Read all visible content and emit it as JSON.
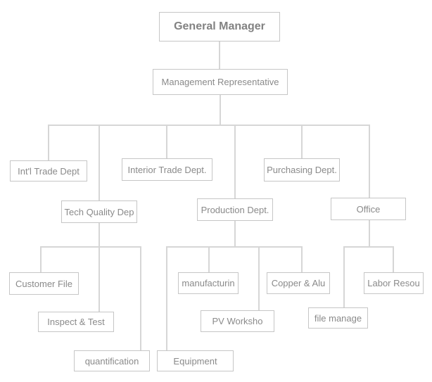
{
  "diagram": {
    "type": "org-chart",
    "colors": {
      "background": "#ffffff",
      "node_border": "#c6c6c6",
      "connector_line": "#d6d6d6",
      "node_text": "#8a8a8a",
      "root_text": "#828282"
    },
    "nodes": {
      "general_manager": {
        "label": "General Manager"
      },
      "management_representative": {
        "label": "Management Representative"
      },
      "intl_trade": {
        "label": "Int'l Trade Dept"
      },
      "interior_trade": {
        "label": "Interior Trade Dept."
      },
      "purchasing": {
        "label": "Purchasing Dept."
      },
      "tech_quality": {
        "label": "Tech Quality Dep"
      },
      "production": {
        "label": "Production Dept."
      },
      "office": {
        "label": "Office"
      },
      "customer_file": {
        "label": "Customer File"
      },
      "inspect_test": {
        "label": "Inspect & Test"
      },
      "quantification": {
        "label": "quantification"
      },
      "manufacturing": {
        "label": "manufacturin"
      },
      "pv_workshop": {
        "label": "PV Worksho"
      },
      "equipment": {
        "label": "Equipment"
      },
      "copper_alu": {
        "label": "Copper & Alu"
      },
      "file_manage": {
        "label": "file manage"
      },
      "labor_resource": {
        "label": "Labor Resou"
      }
    },
    "hierarchy": {
      "root": "General Manager",
      "edges": [
        [
          "General Manager",
          "Management Representative"
        ],
        [
          "Management Representative",
          "Int'l Trade Dept"
        ],
        [
          "Management Representative",
          "Tech Quality Dep"
        ],
        [
          "Management Representative",
          "Interior Trade Dept."
        ],
        [
          "Management Representative",
          "Production Dept."
        ],
        [
          "Management Representative",
          "Purchasing Dept."
        ],
        [
          "Management Representative",
          "Office"
        ],
        [
          "Tech Quality Dep",
          "Customer File"
        ],
        [
          "Tech Quality Dep",
          "Inspect & Test"
        ],
        [
          "Tech Quality Dep",
          "quantification"
        ],
        [
          "Production Dept.",
          "Equipment"
        ],
        [
          "Production Dept.",
          "manufacturin"
        ],
        [
          "Production Dept.",
          "PV Worksho"
        ],
        [
          "Production Dept.",
          "Copper & Alu"
        ],
        [
          "Office",
          "file manage"
        ],
        [
          "Office",
          "Labor Resou"
        ]
      ]
    }
  }
}
